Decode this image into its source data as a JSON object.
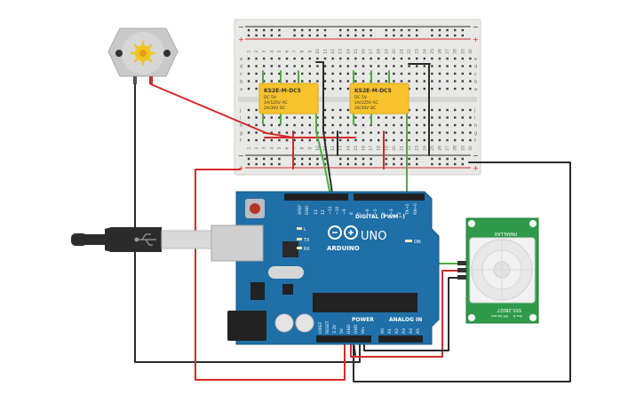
{
  "breadboard": {
    "column_numbers": [
      "1",
      "2",
      "3",
      "4",
      "5",
      "6",
      "7",
      "8",
      "9",
      "10",
      "11",
      "12",
      "13",
      "14",
      "15",
      "16",
      "17",
      "18",
      "19",
      "20",
      "21",
      "22",
      "23",
      "24",
      "25",
      "26",
      "27",
      "28",
      "29",
      "30"
    ],
    "row_letters_top": [
      "a",
      "b",
      "c",
      "d",
      "e"
    ],
    "row_letters_bottom": [
      "f",
      "g",
      "h",
      "i",
      "j"
    ],
    "rail_minus": "−",
    "rail_plus": "+"
  },
  "relays": [
    {
      "model": "KS2E-M-DC5",
      "line1": "DC 5V",
      "line2": "1A/125V AC",
      "line3": "2A/30V DC"
    },
    {
      "model": "KS2E-M-DC5",
      "line1": "DC 5V",
      "line2": "1A/125V AC",
      "line3": "2A/30V DC"
    }
  ],
  "arduino": {
    "brand": "ARDUINO",
    "model": "UNO",
    "digital_header": "DIGITAL (PWM~)",
    "power_header": "POWER",
    "analog_header": "ANALOG IN",
    "aref": "AREF",
    "gnd": "GND",
    "led_l": "L",
    "led_tx": "TX",
    "led_rx": "RX",
    "led_on": "ON",
    "digital_pins_left": [
      "13",
      "12",
      "~11",
      "~10",
      "~9",
      "8"
    ],
    "digital_pins_right": [
      "7",
      "~6",
      "~5",
      "4",
      "~3",
      "2",
      "TX→1",
      "RX←0"
    ],
    "power_pins": [
      "IOREF",
      "RESET",
      "3.3V",
      "5V",
      "GND",
      "GND",
      "Vin"
    ],
    "analog_pins": [
      "A0",
      "A1",
      "A2",
      "A3",
      "A4",
      "A5"
    ]
  },
  "pir": {
    "top_label": "PARALLAX",
    "bottom_label": "555-28027",
    "sub_label": "PIR Sensor",
    "rev_label": "Rev B"
  },
  "colors": {
    "wire_red": "#d42a2a",
    "wire_black": "#2b2b2b",
    "wire_green": "#4caf3e",
    "board_blue": "#1f6fa8",
    "relay_yellow": "#f7c22c",
    "pir_green": "#2f9b4a"
  }
}
